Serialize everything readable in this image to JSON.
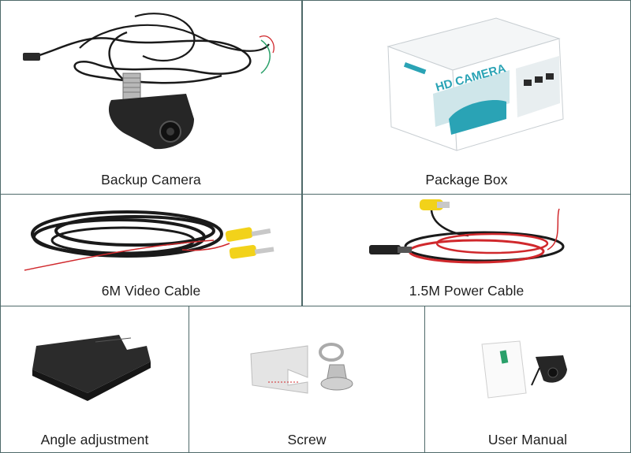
{
  "items": [
    {
      "id": "backup-camera",
      "caption": "Backup Camera"
    },
    {
      "id": "package-box",
      "caption": "Package Box"
    },
    {
      "id": "video-cable",
      "caption": "6M  Video Cable"
    },
    {
      "id": "power-cable",
      "caption": "1.5M Power Cable"
    },
    {
      "id": "angle-adjustment",
      "caption": "Angle adjustment"
    },
    {
      "id": "screw",
      "caption": "Screw"
    },
    {
      "id": "user-manual",
      "caption": "User Manual"
    }
  ],
  "box": {
    "brand_text": "HD CAMERA"
  },
  "colors": {
    "border": "#4f6a6a",
    "rca_yellow": "#f2d21a",
    "wire_red": "#d0282c",
    "cable_black": "#1a1a1a",
    "box_teal": "#2aa3b5"
  }
}
